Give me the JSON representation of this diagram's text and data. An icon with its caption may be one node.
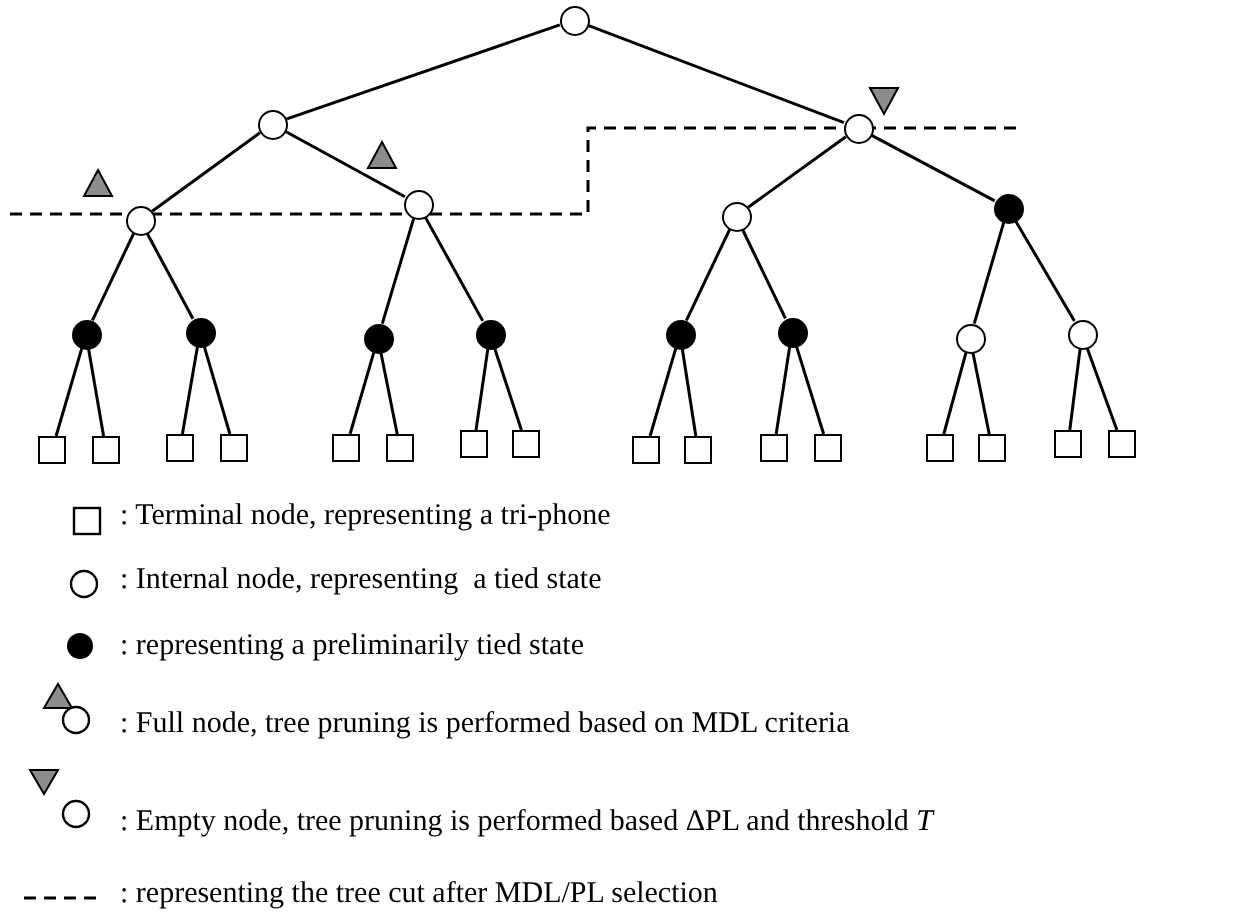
{
  "diagram": {
    "nodes": [
      {
        "text": [],
        "shape": "circle"
      },
      {
        "text": [],
        "shape": "circle"
      },
      {
        "text": [],
        "shape": "circle"
      },
      {
        "text": [],
        "shape": "circle"
      },
      {
        "text": [],
        "shape": "circle"
      },
      {
        "text": [],
        "shape": "circle"
      },
      {
        "text": [],
        "shape": "dot"
      },
      {
        "text": [],
        "shape": "dot"
      },
      {
        "text": [],
        "shape": "dot"
      },
      {
        "text": [],
        "shape": "dot"
      },
      {
        "text": [],
        "shape": "dot"
      },
      {
        "text": [],
        "shape": "dot"
      },
      {
        "text": [],
        "shape": "dot"
      },
      {
        "text": [],
        "shape": "circle"
      },
      {
        "text": [],
        "shape": "circle"
      },
      {
        "text": [],
        "shape": "box"
      },
      {
        "text": [],
        "shape": "box"
      },
      {
        "text": [],
        "shape": "box"
      },
      {
        "text": [],
        "shape": "box"
      },
      {
        "text": [],
        "shape": "box"
      },
      {
        "text": [],
        "shape": "box"
      },
      {
        "text": [],
        "shape": "box"
      },
      {
        "text": [],
        "shape": "box"
      },
      {
        "text": [],
        "shape": "box"
      },
      {
        "text": [],
        "shape": "box"
      },
      {
        "text": [],
        "shape": "box"
      },
      {
        "text": [],
        "shape": "box"
      },
      {
        "text": [],
        "shape": "box"
      },
      {
        "text": [],
        "shape": "box"
      },
      {
        "text": [],
        "shape": "box"
      },
      {
        "text": [],
        "shape": "box"
      }
    ],
    "edges": [
      {
        "from": 0,
        "to": 1,
        "arrow": "none"
      },
      {
        "from": 0,
        "to": 2,
        "arrow": "none"
      },
      {
        "from": 1,
        "to": 3,
        "arrow": "none"
      },
      {
        "from": 1,
        "to": 4,
        "arrow": "none"
      },
      {
        "from": 2,
        "to": 5,
        "arrow": "none"
      },
      {
        "from": 2,
        "to": 6,
        "arrow": "none"
      },
      {
        "from": 3,
        "to": 7,
        "arrow": "none"
      },
      {
        "from": 3,
        "to": 8,
        "arrow": "none"
      },
      {
        "from": 4,
        "to": 9,
        "arrow": "none"
      },
      {
        "from": 4,
        "to": 10,
        "arrow": "none"
      },
      {
        "from": 5,
        "to": 11,
        "arrow": "none"
      },
      {
        "from": 5,
        "to": 12,
        "arrow": "none"
      },
      {
        "from": 6,
        "to": 13,
        "arrow": "none"
      },
      {
        "from": 6,
        "to": 14,
        "arrow": "none"
      },
      {
        "from": 7,
        "to": 15,
        "arrow": "none"
      },
      {
        "from": 7,
        "to": 16,
        "arrow": "none"
      },
      {
        "from": 8,
        "to": 17,
        "arrow": "none"
      },
      {
        "from": 8,
        "to": 18,
        "arrow": "none"
      },
      {
        "from": 9,
        "to": 19,
        "arrow": "none"
      },
      {
        "from": 9,
        "to": 20,
        "arrow": "none"
      },
      {
        "from": 10,
        "to": 21,
        "arrow": "none"
      },
      {
        "from": 10,
        "to": 22,
        "arrow": "none"
      },
      {
        "from": 11,
        "to": 23,
        "arrow": "none"
      },
      {
        "from": 11,
        "to": 24,
        "arrow": "none"
      },
      {
        "from": 12,
        "to": 25,
        "arrow": "none"
      },
      {
        "from": 12,
        "to": 26,
        "arrow": "none"
      },
      {
        "from": 13,
        "to": 27,
        "arrow": "none"
      },
      {
        "from": 13,
        "to": 28,
        "arrow": "none"
      },
      {
        "from": 14,
        "to": 29,
        "arrow": "none"
      },
      {
        "from": 14,
        "to": 30,
        "arrow": "none"
      }
    ],
    "legend": [
      {
        "text": ": Terminal node, representing a tri-phone"
      },
      {
        "text": ": Internal node, representing  a tied state"
      },
      {
        "text": ": representing a preliminarily tied state"
      },
      {
        "text": ": Full node, tree pruning is performed based on MDL criteria"
      },
      {
        "text": ": Empty node, tree pruning is performed based ΔPL and threshold *T*"
      },
      {
        "text": ": representing the tree cut after MDL/PL selection"
      }
    ]
  }
}
